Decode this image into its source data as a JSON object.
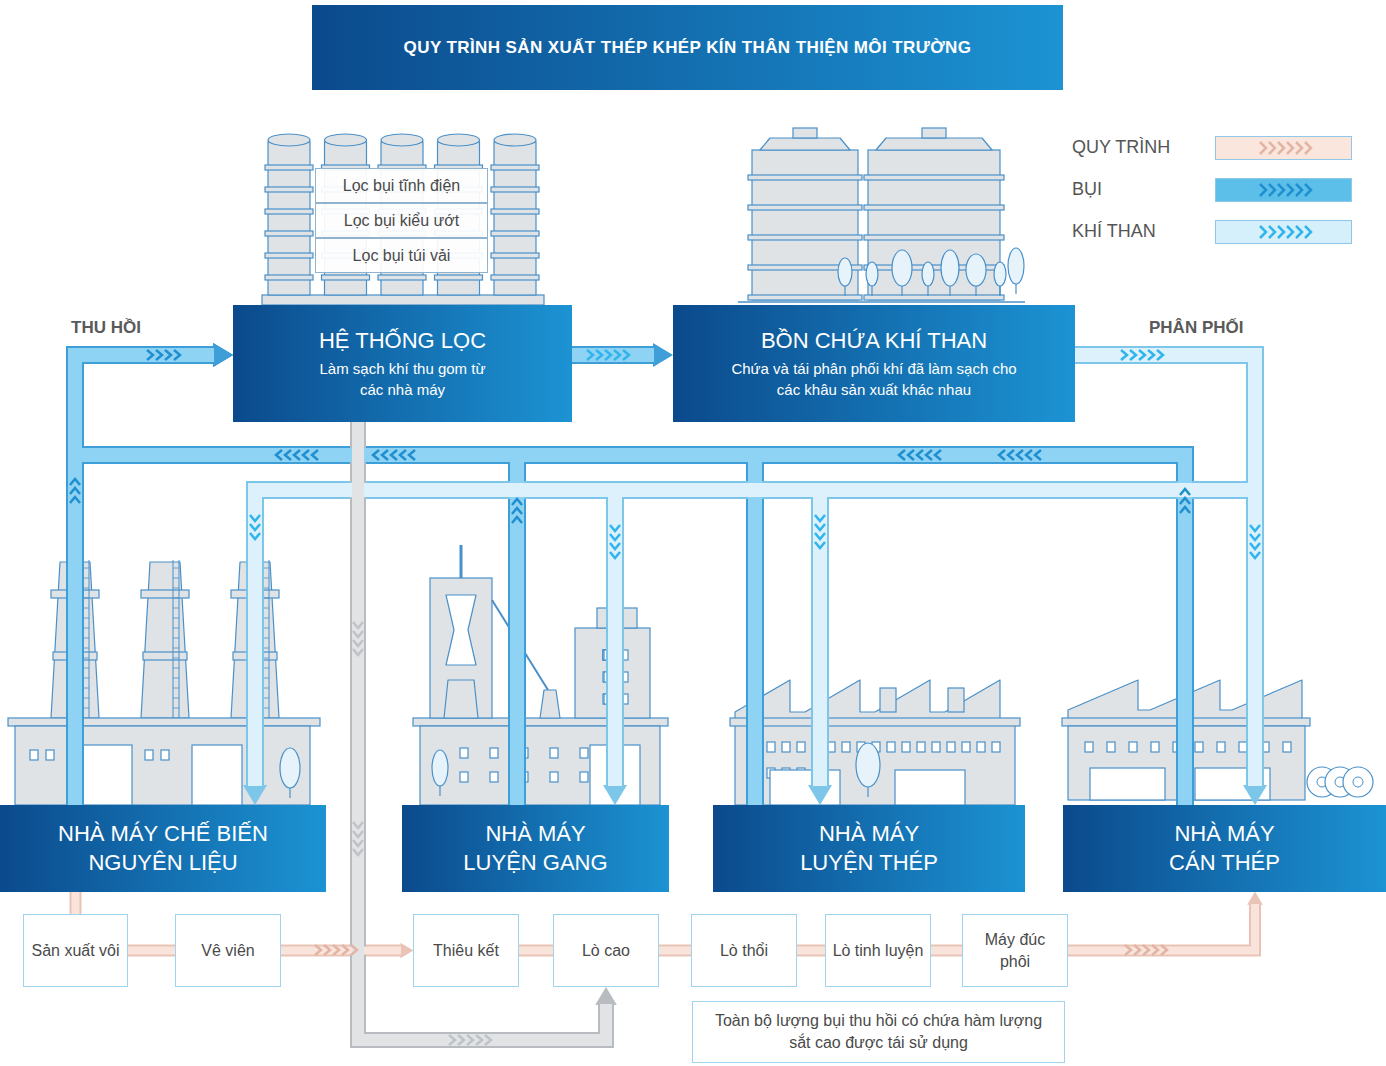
{
  "diagram": {
    "title": "QUY TRÌNH SẢN XUẤT THÉP KHÉP KÍN THÂN THIỆN MÔI TRƯỜNG",
    "nodes": [
      {
        "text": [
          "Lọc bụi tĩnh điện"
        ]
      },
      {
        "text": [
          "Lọc bụi kiểu ướt"
        ]
      },
      {
        "text": [
          "Lọc bụi túi vải"
        ]
      },
      {
        "text": [
          "HỆ THỐNG LỌC",
          "Làm sạch khí thu gom từ các nhà máy"
        ]
      },
      {
        "text": [
          "BỒN CHỨA KHÍ THAN",
          "Chứa và tái phân phối khí đã làm sạch cho các khâu sản xuất khác nhau"
        ]
      },
      {
        "text": [
          "NHÀ MÁY CHẾ BIẾN NGUYÊN LIỆU"
        ]
      },
      {
        "text": [
          "NHÀ MÁY LUYỆN GANG"
        ]
      },
      {
        "text": [
          "NHÀ MÁY LUYỆN THÉP"
        ]
      },
      {
        "text": [
          "NHÀ MÁY CÁN THÉP"
        ]
      },
      {
        "text": [
          "Sản xuất vôi"
        ]
      },
      {
        "text": [
          "Vê viên"
        ]
      },
      {
        "text": [
          "Thiêu kết"
        ]
      },
      {
        "text": [
          "Lò cao"
        ]
      },
      {
        "text": [
          "Lò thổi"
        ]
      },
      {
        "text": [
          "Lò tinh luyện"
        ]
      },
      {
        "text": [
          "Máy đúc phôi"
        ]
      },
      {
        "text": [
          "Toàn bộ lượng bụi thu hồi có chứa hàm lượng sắt cao được tái sử dụng"
        ]
      }
    ],
    "edges": [
      {
        "from": 5,
        "to": 3,
        "arrow": "to",
        "label": "THU HỒI"
      },
      {
        "from": 6,
        "to": 3,
        "arrow": "to"
      },
      {
        "from": 7,
        "to": 3,
        "arrow": "to"
      },
      {
        "from": 8,
        "to": 3,
        "arrow": "to"
      },
      {
        "from": 3,
        "to": 4,
        "arrow": "to"
      },
      {
        "from": 4,
        "to": 5,
        "arrow": "to"
      },
      {
        "from": 4,
        "to": 6,
        "arrow": "to"
      },
      {
        "from": 4,
        "to": 7,
        "arrow": "to"
      },
      {
        "from": 4,
        "to": 8,
        "arrow": "to",
        "label": "PHÂN PHỐI"
      },
      {
        "from": 5,
        "to": 9,
        "arrow": "none"
      },
      {
        "from": 9,
        "to": 10,
        "arrow": "none"
      },
      {
        "from": 10,
        "to": 11,
        "arrow": "to"
      },
      {
        "from": 11,
        "to": 12,
        "arrow": "none"
      },
      {
        "from": 12,
        "to": 13,
        "arrow": "none"
      },
      {
        "from": 13,
        "to": 14,
        "arrow": "none"
      },
      {
        "from": 14,
        "to": 15,
        "arrow": "none"
      },
      {
        "from": 15,
        "to": 8,
        "arrow": "to"
      },
      {
        "from": 3,
        "to": 12,
        "arrow": "to"
      }
    ],
    "legend": [
      {
        "text": "QUY TRÌNH",
        "color": "#fbe6de"
      },
      {
        "text": "BỤI",
        "color": "#5cbfea"
      },
      {
        "text": "KHÍ THAN",
        "color": "#d6f0fb"
      }
    ]
  }
}
